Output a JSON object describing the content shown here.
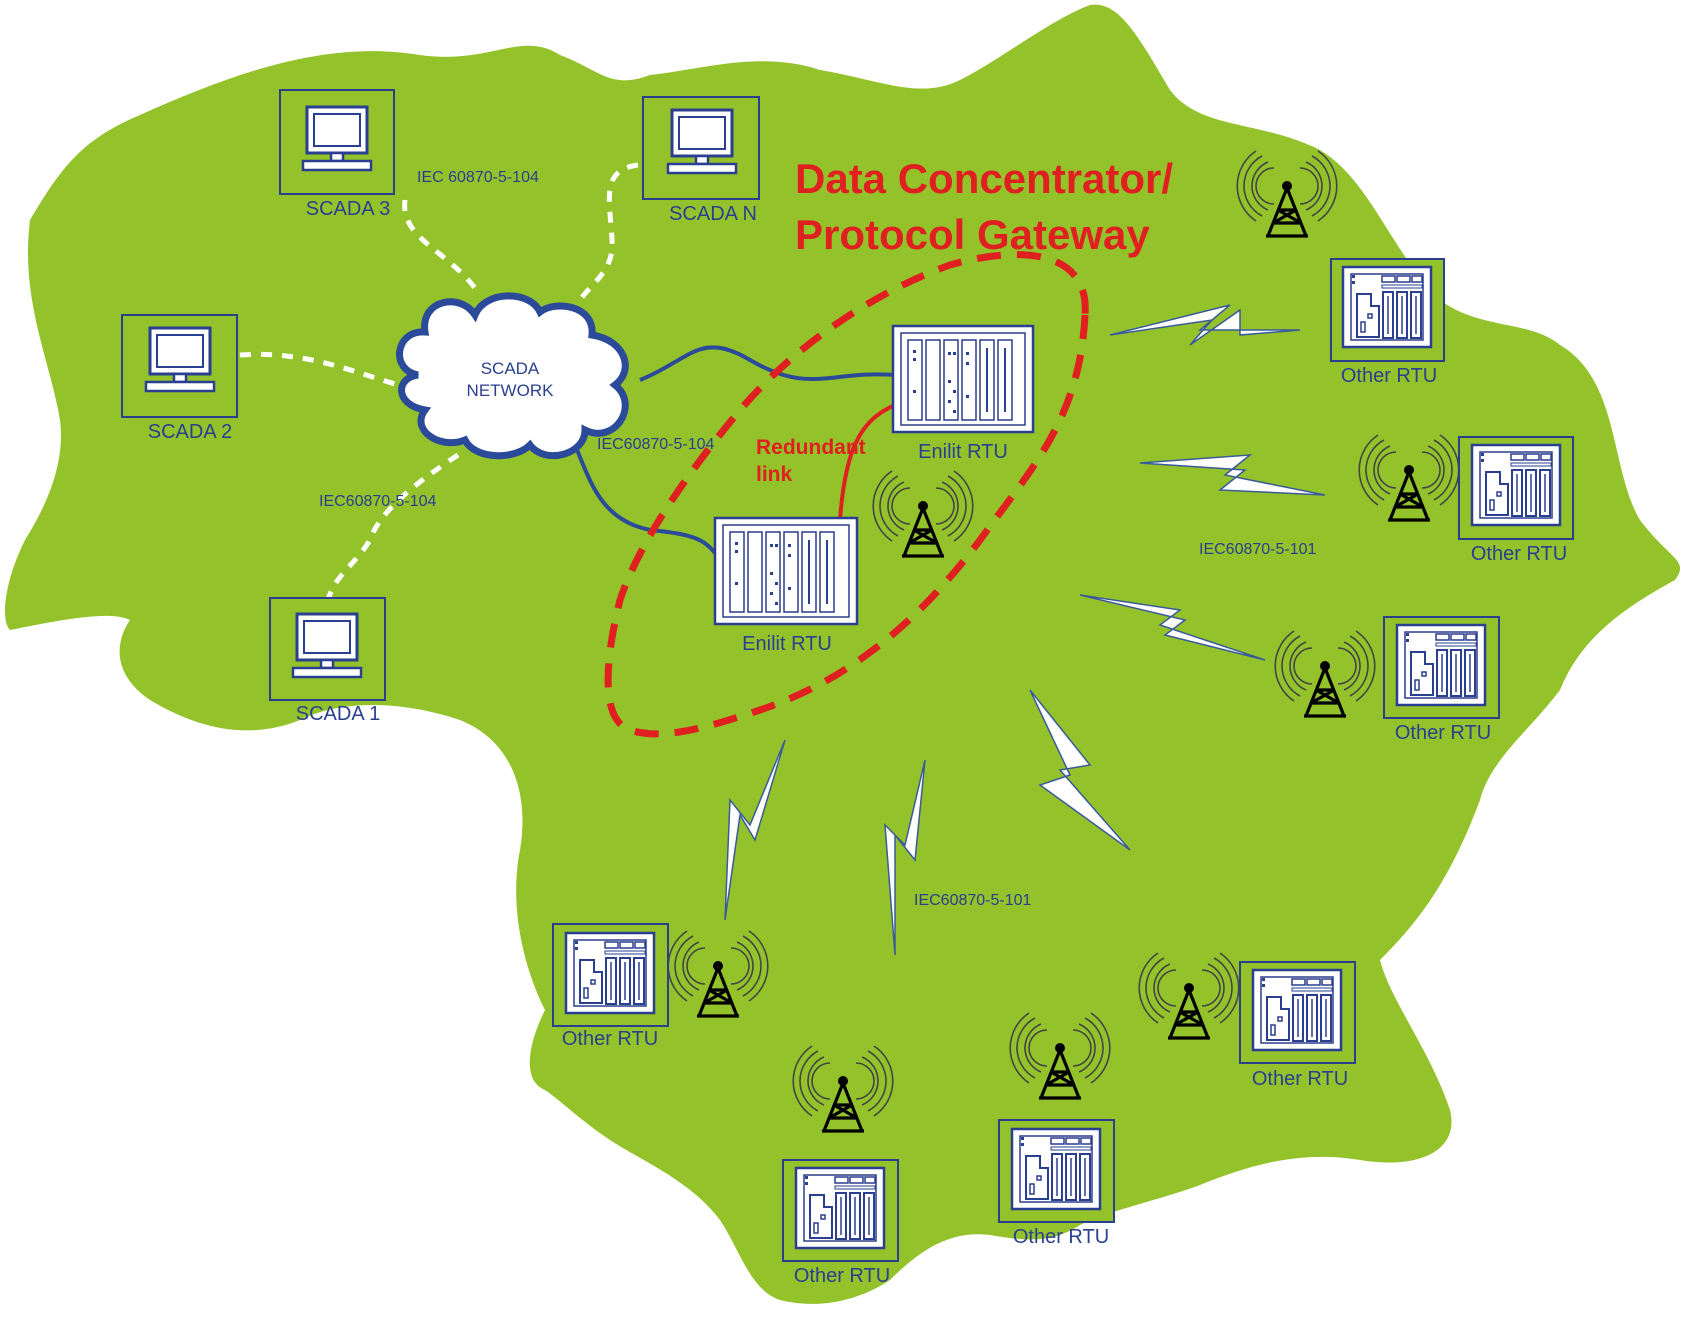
{
  "title_lines": [
    "Data Concentrator/",
    "Protocol Gateway"
  ],
  "redundant_lines": [
    "Redundant",
    "link"
  ],
  "cloud_lines": [
    "SCADA",
    "NETWORK"
  ],
  "scada": [
    {
      "label": "SCADA 3"
    },
    {
      "label": "SCADA N"
    },
    {
      "label": "SCADA 2"
    },
    {
      "label": "SCADA 1"
    }
  ],
  "enilit": [
    {
      "label": "Enilit RTU"
    },
    {
      "label": "Enilit RTU"
    }
  ],
  "other_rtus": [
    {
      "label": "Other RTU"
    },
    {
      "label": "Other RTU"
    },
    {
      "label": "Other RTU"
    },
    {
      "label": "Other RTU"
    },
    {
      "label": "Other RTU"
    },
    {
      "label": "Other RTU"
    },
    {
      "label": "Other RTU"
    }
  ],
  "protocols": [
    {
      "text": "IEC 60870-5-104"
    },
    {
      "text": "IEC60870-5-104"
    },
    {
      "text": "IEC60870-5-104"
    },
    {
      "text": "IEC60870-5-101"
    },
    {
      "text": "IEC60870-5-101"
    }
  ],
  "colors": {
    "map": "#93c22b",
    "device_stroke": "#2a3f8f",
    "network_line": "#2b4a9a",
    "redundant": "#e02020",
    "tower": "#000000",
    "wave": "#444444"
  },
  "icons": [
    "monitor-icon",
    "radio-tower-icon",
    "lightning-link-icon",
    "cloud-icon",
    "rtu-rack-icon"
  ]
}
